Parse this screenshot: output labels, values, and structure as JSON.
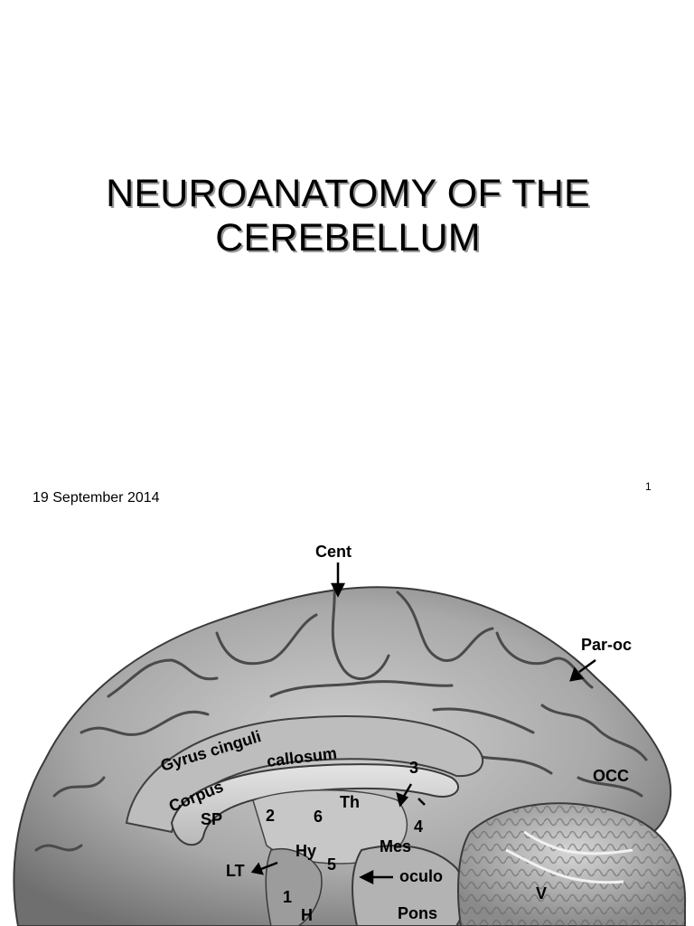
{
  "slide": {
    "title_line1": "NEUROANATOMY OF THE",
    "title_line2": "CEREBELLUM",
    "date": "19 September 2014",
    "page_number": "1"
  },
  "figure": {
    "labels": {
      "cent": "Cent",
      "par_oc": "Par-oc",
      "gyrus_cinguli": "Gyrus cinguli",
      "callosum": "callosum",
      "corpus": "Corpus",
      "three": "3",
      "occ": "OCC",
      "th": "Th",
      "sp": "SP",
      "two": "2",
      "six": "6",
      "four": "4",
      "hy": "Hy",
      "mes": "Mes",
      "lt": "LT",
      "five": "5",
      "oculo": "oculo",
      "one": "1",
      "h": "H",
      "pons": "Pons",
      "v": "V"
    }
  }
}
